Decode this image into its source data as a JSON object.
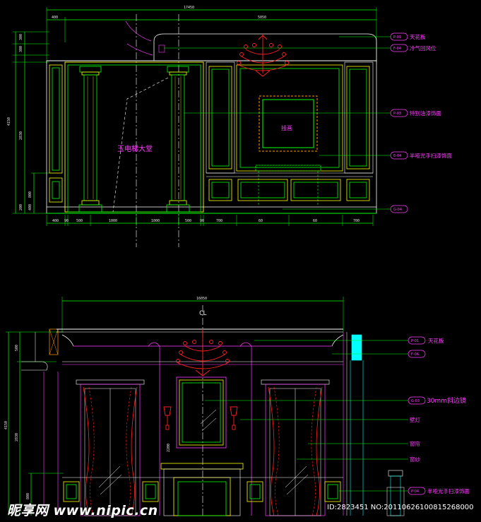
{
  "top_elevation": {
    "dims_top": [
      "17450",
      "400",
      "5050"
    ],
    "dims_left": [
      "4150",
      "2830",
      "300",
      "300",
      "800",
      "400",
      "200"
    ],
    "dims_bottom": [
      "400",
      "90",
      "500",
      "1000",
      "1000",
      "500",
      "90",
      "700",
      "60",
      "60",
      "700"
    ],
    "room_label": "玉电梯大堂",
    "painting_label": "挂画",
    "callouts": [
      {
        "code": "P-01",
        "text": "天花板"
      },
      {
        "code": "F-04",
        "text": "冷气回风位"
      },
      {
        "code": "P-03",
        "text": "特别油漆饰面"
      },
      {
        "code": "E-04",
        "text": "半哑光手扫漆饰面"
      },
      {
        "code": "G-04",
        "text": ""
      }
    ]
  },
  "bottom_elevation": {
    "dims_top": [
      "16050"
    ],
    "centerline": "CL",
    "dims_left": [
      "4150",
      "500",
      "2830",
      "800"
    ],
    "dim_mid": "2200",
    "callouts": [
      {
        "code": "P-01",
        "text": "天花板"
      },
      {
        "code": "F-06",
        "text": ""
      },
      {
        "code": "G-03",
        "text": "30mm斜边镜"
      },
      {
        "code": "",
        "text": "壁灯"
      },
      {
        "code": "",
        "text": "窗帘"
      },
      {
        "code": "",
        "text": "窗纱"
      },
      {
        "code": "P-04",
        "text": "半哑光手扫漆饰面"
      }
    ]
  },
  "watermark": {
    "logo": "昵享网 www.nipic.cn",
    "id_text": "ID:2823451 NO:20110626100815268000"
  },
  "colors": {
    "green": "#00ff00",
    "yellow": "#ffff00",
    "magenta": "#ff3fff",
    "red": "#ff2020",
    "cyan": "#00ffff",
    "orange": "#ff9900",
    "white": "#ffffff"
  }
}
